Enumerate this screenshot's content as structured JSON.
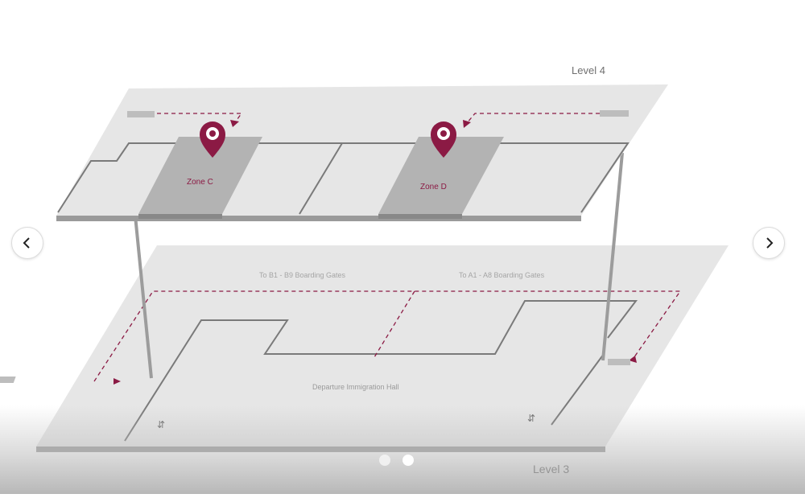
{
  "map": {
    "level_upper": "Level 4",
    "level_lower": "Level 3",
    "zone_c": "Zone C",
    "zone_d": "Zone D",
    "label_left_gates": "To B1 - B9 Boarding Gates",
    "label_right_gates": "To A1 - A8 Boarding Gates",
    "label_hall": "Departure Immigration Hall",
    "label_lift_left": "⇵",
    "label_lift_right": "⇵",
    "colors": {
      "floor": "#e6e6e6",
      "floor_edge": "#9a9a9a",
      "zone_fill": "#b3b3b3",
      "pin": "#8b1a44",
      "route": "#8b1a44"
    }
  },
  "carousel": {
    "prev_icon": "chevron-left-icon",
    "next_icon": "chevron-right-icon",
    "slides": 2,
    "active_slide": 2
  }
}
